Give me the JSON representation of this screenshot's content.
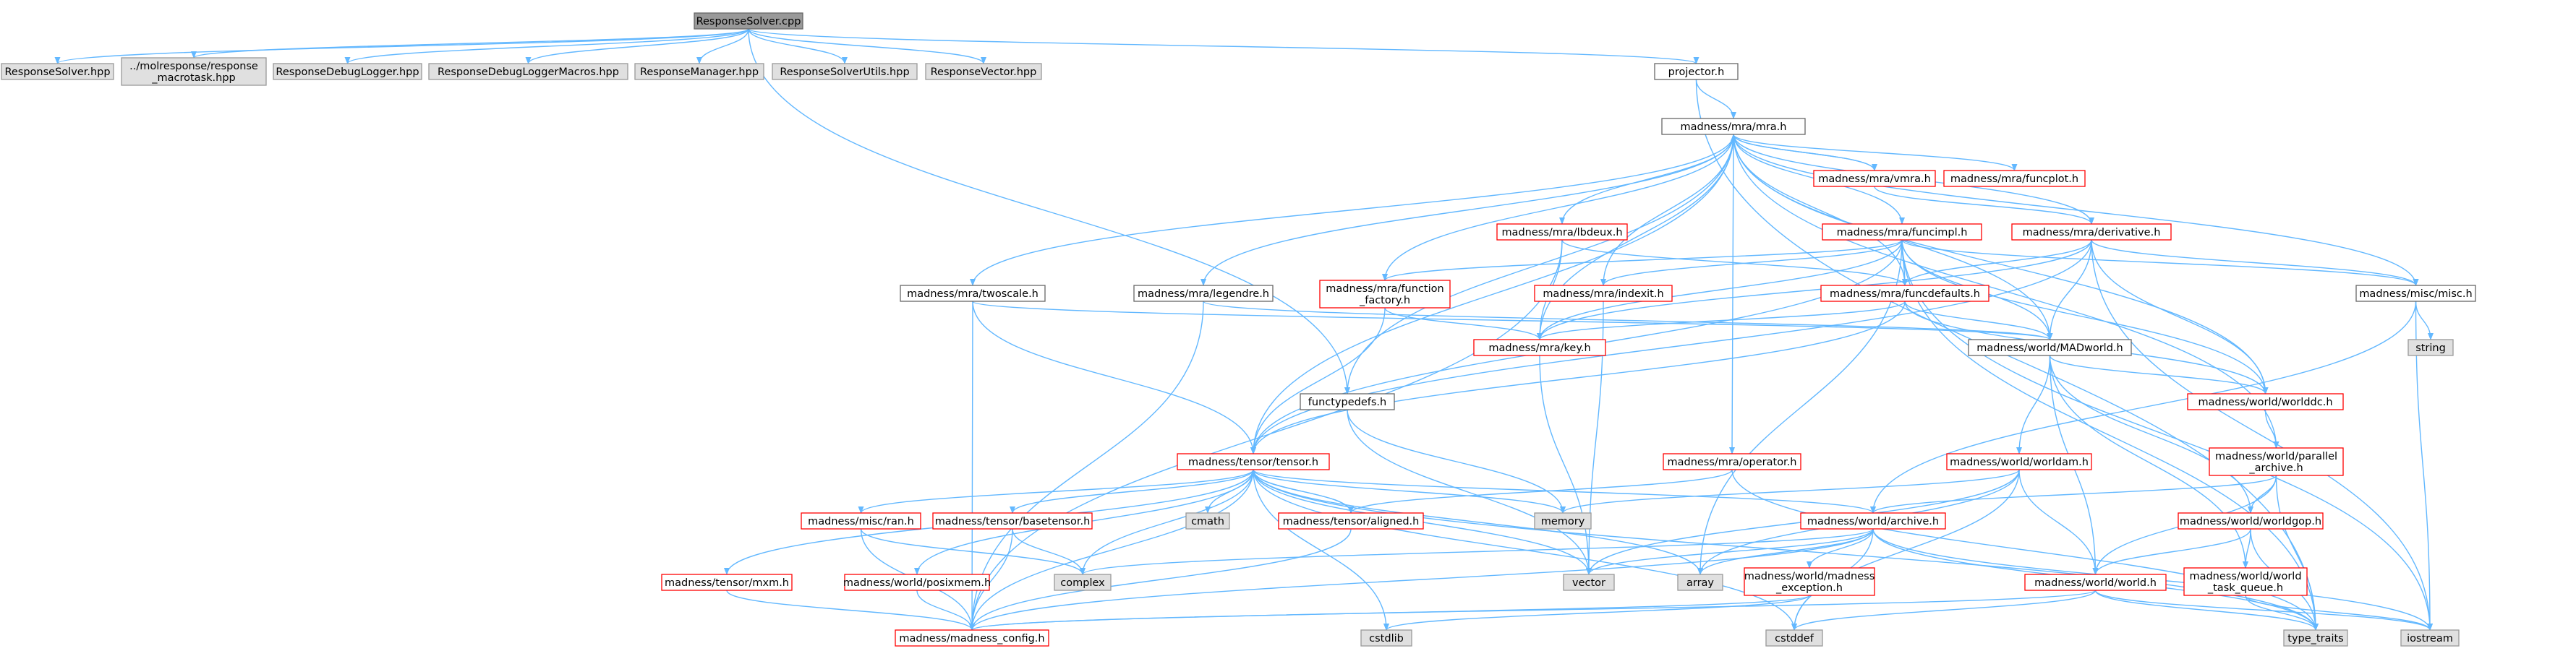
{
  "colors": {
    "edge": "#63b8ff",
    "root_fill": "#999999",
    "system_fill": "#e0e0e0",
    "link_border": "#ff0000",
    "plain_border": "#666666"
  },
  "nodes": [
    {
      "id": "root",
      "label": [
        "ResponseSolver.cpp"
      ],
      "kind": "root"
    },
    {
      "id": "rs_hpp",
      "label": [
        "ResponseSolver.hpp"
      ],
      "kind": "sys"
    },
    {
      "id": "macrotask",
      "label": [
        "../molresponse/response",
        "_macrotask.hpp"
      ],
      "kind": "sys"
    },
    {
      "id": "dbg_logger",
      "label": [
        "ResponseDebugLogger.hpp"
      ],
      "kind": "sys"
    },
    {
      "id": "dbg_macros",
      "label": [
        "ResponseDebugLoggerMacros.hpp"
      ],
      "kind": "sys"
    },
    {
      "id": "manager",
      "label": [
        "ResponseManager.hpp"
      ],
      "kind": "sys"
    },
    {
      "id": "utils",
      "label": [
        "ResponseSolverUtils.hpp"
      ],
      "kind": "sys"
    },
    {
      "id": "rvector",
      "label": [
        "ResponseVector.hpp"
      ],
      "kind": "sys"
    },
    {
      "id": "projector",
      "label": [
        "projector.h"
      ],
      "kind": "plain"
    },
    {
      "id": "mra",
      "label": [
        "madness/mra/mra.h"
      ],
      "kind": "plain"
    },
    {
      "id": "vmra",
      "label": [
        "madness/mra/vmra.h"
      ],
      "kind": "link"
    },
    {
      "id": "funcplot",
      "label": [
        "madness/mra/funcplot.h"
      ],
      "kind": "link"
    },
    {
      "id": "derivative",
      "label": [
        "madness/mra/derivative.h"
      ],
      "kind": "link"
    },
    {
      "id": "funcimpl",
      "label": [
        "madness/mra/funcimpl.h"
      ],
      "kind": "link"
    },
    {
      "id": "lbdeux",
      "label": [
        "madness/mra/lbdeux.h"
      ],
      "kind": "link"
    },
    {
      "id": "twoscale",
      "label": [
        "madness/mra/twoscale.h"
      ],
      "kind": "plain"
    },
    {
      "id": "legendre",
      "label": [
        "madness/mra/legendre.h"
      ],
      "kind": "plain"
    },
    {
      "id": "func_factory",
      "label": [
        "madness/mra/function",
        "_factory.h"
      ],
      "kind": "link"
    },
    {
      "id": "indexit",
      "label": [
        "madness/mra/indexit.h"
      ],
      "kind": "link"
    },
    {
      "id": "funcdefaults",
      "label": [
        "madness/mra/funcdefaults.h"
      ],
      "kind": "link"
    },
    {
      "id": "misc",
      "label": [
        "madness/misc/misc.h"
      ],
      "kind": "plain"
    },
    {
      "id": "string",
      "label": [
        "string"
      ],
      "kind": "sys"
    },
    {
      "id": "key",
      "label": [
        "madness/mra/key.h"
      ],
      "kind": "link"
    },
    {
      "id": "madworld",
      "label": [
        "madness/world/MADworld.h"
      ],
      "kind": "plain"
    },
    {
      "id": "worlddc",
      "label": [
        "madness/world/worlddc.h"
      ],
      "kind": "link"
    },
    {
      "id": "functypedefs",
      "label": [
        "functypedefs.h"
      ],
      "kind": "plain"
    },
    {
      "id": "tensor",
      "label": [
        "madness/tensor/tensor.h"
      ],
      "kind": "link"
    },
    {
      "id": "operator",
      "label": [
        "madness/mra/operator.h"
      ],
      "kind": "link"
    },
    {
      "id": "worldam",
      "label": [
        "madness/world/worldam.h"
      ],
      "kind": "link"
    },
    {
      "id": "parallel_archive",
      "label": [
        "madness/world/parallel",
        "_archive.h"
      ],
      "kind": "link"
    },
    {
      "id": "ran",
      "label": [
        "madness/misc/ran.h"
      ],
      "kind": "link"
    },
    {
      "id": "basetensor",
      "label": [
        "madness/tensor/basetensor.h"
      ],
      "kind": "link"
    },
    {
      "id": "cmath",
      "label": [
        "cmath"
      ],
      "kind": "sys"
    },
    {
      "id": "aligned",
      "label": [
        "madness/tensor/aligned.h"
      ],
      "kind": "link"
    },
    {
      "id": "memory",
      "label": [
        "memory"
      ],
      "kind": "sys"
    },
    {
      "id": "archive",
      "label": [
        "madness/world/archive.h"
      ],
      "kind": "link"
    },
    {
      "id": "worldgop",
      "label": [
        "madness/world/worldgop.h"
      ],
      "kind": "link"
    },
    {
      "id": "complex",
      "label": [
        "complex"
      ],
      "kind": "sys"
    },
    {
      "id": "vector",
      "label": [
        "vector"
      ],
      "kind": "sys"
    },
    {
      "id": "array",
      "label": [
        "array"
      ],
      "kind": "sys"
    },
    {
      "id": "mxm",
      "label": [
        "madness/tensor/mxm.h"
      ],
      "kind": "link"
    },
    {
      "id": "posixmem",
      "label": [
        "madness/world/posixmem.h"
      ],
      "kind": "link"
    },
    {
      "id": "mad_exception",
      "label": [
        "madness/world/madness",
        "_exception.h"
      ],
      "kind": "link"
    },
    {
      "id": "world_h",
      "label": [
        "madness/world/world.h"
      ],
      "kind": "link"
    },
    {
      "id": "task_queue",
      "label": [
        "madness/world/world",
        "_task_queue.h"
      ],
      "kind": "link"
    },
    {
      "id": "config",
      "label": [
        "madness/madness_config.h"
      ],
      "kind": "link"
    },
    {
      "id": "cstdlib",
      "label": [
        "cstdlib"
      ],
      "kind": "sys"
    },
    {
      "id": "cstddef",
      "label": [
        "cstddef"
      ],
      "kind": "sys"
    },
    {
      "id": "type_traits",
      "label": [
        "type_traits"
      ],
      "kind": "sys"
    },
    {
      "id": "iostream",
      "label": [
        "iostream"
      ],
      "kind": "sys"
    }
  ],
  "edges": [
    [
      "root",
      "rs_hpp"
    ],
    [
      "root",
      "macrotask"
    ],
    [
      "root",
      "dbg_logger"
    ],
    [
      "root",
      "dbg_macros"
    ],
    [
      "root",
      "manager"
    ],
    [
      "root",
      "utils"
    ],
    [
      "root",
      "rvector"
    ],
    [
      "root",
      "projector"
    ],
    [
      "root",
      "functypedefs"
    ],
    [
      "projector",
      "mra"
    ],
    [
      "projector",
      "type_traits"
    ],
    [
      "mra",
      "vmra"
    ],
    [
      "mra",
      "funcplot"
    ],
    [
      "mra",
      "derivative"
    ],
    [
      "mra",
      "funcimpl"
    ],
    [
      "mra",
      "lbdeux"
    ],
    [
      "mra",
      "twoscale"
    ],
    [
      "mra",
      "legendre"
    ],
    [
      "mra",
      "func_factory"
    ],
    [
      "mra",
      "indexit"
    ],
    [
      "mra",
      "funcdefaults"
    ],
    [
      "mra",
      "misc"
    ],
    [
      "mra",
      "key"
    ],
    [
      "mra",
      "madworld"
    ],
    [
      "mra",
      "worlddc"
    ],
    [
      "mra",
      "functypedefs"
    ],
    [
      "mra",
      "tensor"
    ],
    [
      "mra",
      "operator"
    ],
    [
      "mra",
      "parallel_archive"
    ],
    [
      "vmra",
      "mra"
    ],
    [
      "vmra",
      "derivative"
    ],
    [
      "derivative",
      "funcdefaults"
    ],
    [
      "derivative",
      "madworld"
    ],
    [
      "derivative",
      "misc"
    ],
    [
      "derivative",
      "worlddc"
    ],
    [
      "derivative",
      "iostream"
    ],
    [
      "derivative",
      "key"
    ],
    [
      "derivative",
      "tensor"
    ],
    [
      "funcimpl",
      "func_factory"
    ],
    [
      "funcimpl",
      "indexit"
    ],
    [
      "funcimpl",
      "funcdefaults"
    ],
    [
      "funcimpl",
      "madworld"
    ],
    [
      "funcimpl",
      "misc"
    ],
    [
      "funcimpl",
      "key"
    ],
    [
      "funcimpl",
      "worlddc"
    ],
    [
      "funcimpl",
      "tensor"
    ],
    [
      "funcimpl",
      "type_traits"
    ],
    [
      "funcimpl",
      "iostream"
    ],
    [
      "funcimpl",
      "array"
    ],
    [
      "lbdeux",
      "funcdefaults"
    ],
    [
      "lbdeux",
      "key"
    ],
    [
      "lbdeux",
      "config"
    ],
    [
      "twoscale",
      "madworld"
    ],
    [
      "twoscale",
      "tensor"
    ],
    [
      "twoscale",
      "config"
    ],
    [
      "legendre",
      "madworld"
    ],
    [
      "legendre",
      "config"
    ],
    [
      "func_factory",
      "key"
    ],
    [
      "func_factory",
      "tensor"
    ],
    [
      "indexit",
      "vector"
    ],
    [
      "funcdefaults",
      "madworld"
    ],
    [
      "funcdefaults",
      "worlddc"
    ],
    [
      "funcdefaults",
      "key"
    ],
    [
      "funcdefaults",
      "tensor"
    ],
    [
      "misc",
      "string"
    ],
    [
      "misc",
      "iostream"
    ],
    [
      "misc",
      "archive"
    ],
    [
      "key",
      "vector"
    ],
    [
      "madworld",
      "worlddc"
    ],
    [
      "madworld",
      "worldam"
    ],
    [
      "madworld",
      "worldgop"
    ],
    [
      "madworld",
      "world_h"
    ],
    [
      "madworld",
      "task_queue"
    ],
    [
      "worlddc",
      "parallel_archive"
    ],
    [
      "parallel_archive",
      "archive"
    ],
    [
      "parallel_archive",
      "worldgop"
    ],
    [
      "parallel_archive",
      "world_h"
    ],
    [
      "parallel_archive",
      "type_traits"
    ],
    [
      "functypedefs",
      "memory"
    ],
    [
      "functypedefs",
      "vector"
    ],
    [
      "tensor",
      "ran"
    ],
    [
      "tensor",
      "basetensor"
    ],
    [
      "tensor",
      "cmath"
    ],
    [
      "tensor",
      "aligned"
    ],
    [
      "tensor",
      "memory"
    ],
    [
      "tensor",
      "archive"
    ],
    [
      "tensor",
      "complex"
    ],
    [
      "tensor",
      "vector"
    ],
    [
      "tensor",
      "array"
    ],
    [
      "tensor",
      "mxm"
    ],
    [
      "tensor",
      "posixmem"
    ],
    [
      "tensor",
      "config"
    ],
    [
      "tensor",
      "cstdlib"
    ],
    [
      "tensor",
      "cstddef"
    ],
    [
      "tensor",
      "type_traits"
    ],
    [
      "operator",
      "aligned"
    ],
    [
      "operator",
      "type_traits"
    ],
    [
      "worldam",
      "memory"
    ],
    [
      "worldam",
      "vector"
    ],
    [
      "worldam",
      "array"
    ],
    [
      "worldam",
      "cstddef"
    ],
    [
      "worldam",
      "world_h"
    ],
    [
      "ran",
      "complex"
    ],
    [
      "ran",
      "config"
    ],
    [
      "basetensor",
      "complex"
    ],
    [
      "basetensor",
      "config"
    ],
    [
      "aligned",
      "tensor"
    ],
    [
      "aligned",
      "config"
    ],
    [
      "archive",
      "complex"
    ],
    [
      "archive",
      "vector"
    ],
    [
      "archive",
      "array"
    ],
    [
      "archive",
      "mad_exception"
    ],
    [
      "archive",
      "cstddef"
    ],
    [
      "archive",
      "type_traits"
    ],
    [
      "archive",
      "iostream"
    ],
    [
      "archive",
      "config"
    ],
    [
      "worldgop",
      "world_h"
    ],
    [
      "worldgop",
      "task_queue"
    ],
    [
      "worldgop",
      "type_traits"
    ],
    [
      "mxm",
      "config"
    ],
    [
      "posixmem",
      "config"
    ],
    [
      "mad_exception",
      "config"
    ],
    [
      "mad_exception",
      "cstdlib"
    ],
    [
      "world_h",
      "config"
    ],
    [
      "world_h",
      "cstddef"
    ],
    [
      "world_h",
      "iostream"
    ],
    [
      "world_h",
      "type_traits"
    ],
    [
      "task_queue",
      "type_traits"
    ],
    [
      "task_queue",
      "iostream"
    ]
  ]
}
